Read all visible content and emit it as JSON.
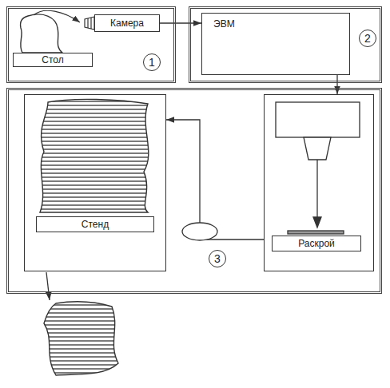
{
  "diagram": {
    "nodes": [
      {
        "text": [
          "1"
        ]
      },
      {
        "text": [
          "Камера"
        ],
        "in": 0
      },
      {
        "text": [
          "Стол"
        ],
        "in": 0
      },
      {
        "text": [
          "2"
        ]
      },
      {
        "text": [
          "ЭВМ"
        ],
        "in": 3
      },
      {
        "text": [
          "3"
        ]
      },
      {
        "text": [
          "Стенд"
        ],
        "in": 5
      },
      {
        "text": [
          "Раскрой"
        ],
        "in": 5
      }
    ],
    "edges": [
      {
        "from": 1,
        "to": 4,
        "arrow": "to"
      },
      {
        "from": 4,
        "to": 7,
        "arrow": "to"
      },
      {
        "from": 7,
        "to": 6,
        "arrow": "to"
      }
    ]
  }
}
